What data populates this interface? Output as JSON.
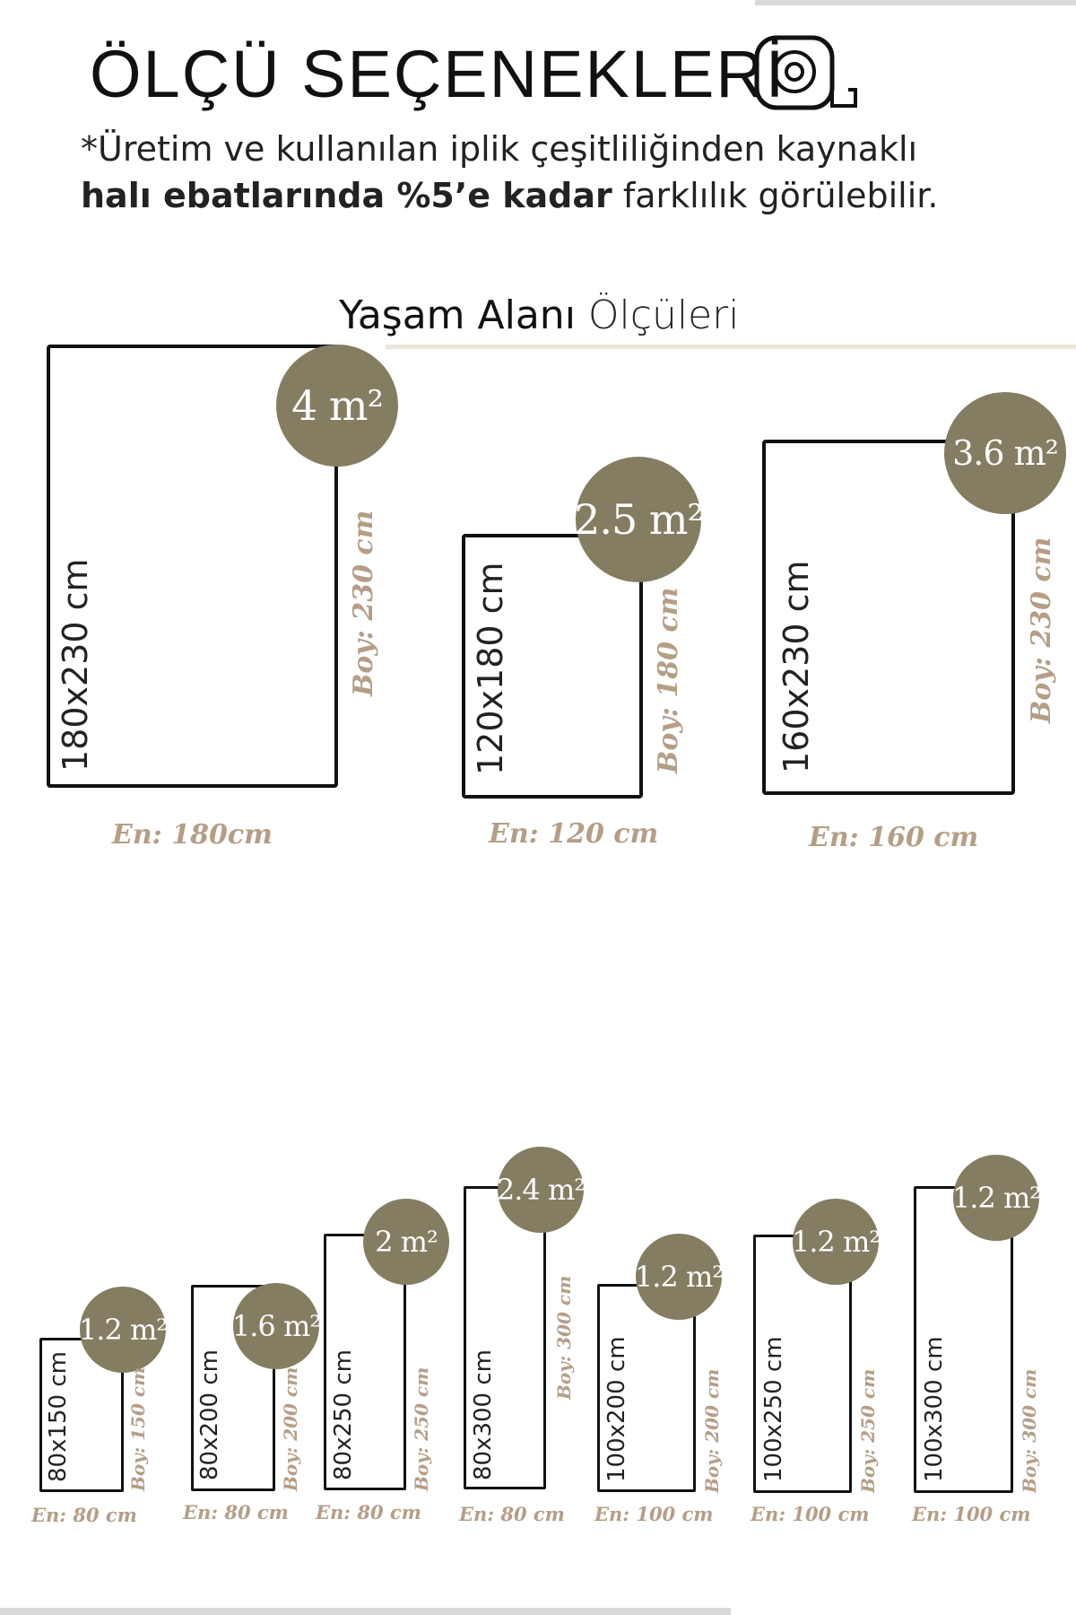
{
  "header": {
    "title": "ÖLÇÜ SEÇENEKLERİ",
    "icon": "measuring-tape-icon",
    "note_prefix": "*Üretim ve kullanılan iplik çeşitliliğinden kaynaklı",
    "note_bold": "halı ebatlarında %5’e kadar",
    "note_suffix": " farklılık görülebilir."
  },
  "section": {
    "title_bold": "Yaşam Alanı",
    "title_light": " Ölçüleri"
  },
  "colors": {
    "badge": "#847d62",
    "dimension_text": "#b59e86",
    "outline": "#111111"
  },
  "large_rugs": [
    {
      "size": "180x230 cm",
      "area": "4 m²",
      "length": "Boy: 230 cm",
      "width": "En: 180cm"
    },
    {
      "size": "120x180 cm",
      "area": "2.5 m²",
      "length": "Boy: 180 cm",
      "width": "En: 120 cm"
    },
    {
      "size": "160x230 cm",
      "area": "3.6 m²",
      "length": "Boy: 230 cm",
      "width": "En: 160 cm"
    }
  ],
  "small_rugs": [
    {
      "size": "80x150 cm",
      "area": "1.2 m²",
      "length": "Boy: 150 cm",
      "width": "En: 80 cm"
    },
    {
      "size": "80x200 cm",
      "area": "1.6 m²",
      "length": "Boy: 200 cm",
      "width": "En: 80 cm"
    },
    {
      "size": "80x250 cm",
      "area": "2 m²",
      "length": "Boy: 250 cm",
      "width": "En: 80 cm"
    },
    {
      "size": "80x300 cm",
      "area": "2.4 m²",
      "length": "Boy: 300 cm",
      "width": "En: 80 cm"
    },
    {
      "size": "100x200 cm",
      "area": "1.2 m²",
      "length": "Boy: 200 cm",
      "width": "En: 100 cm"
    },
    {
      "size": "100x250 cm",
      "area": "1.2 m²",
      "length": "Boy: 250 cm",
      "width": "En: 100 cm"
    },
    {
      "size": "100x300 cm",
      "area": "1.2 m²",
      "length": "Boy: 300 cm",
      "width": "En: 100 cm"
    }
  ]
}
